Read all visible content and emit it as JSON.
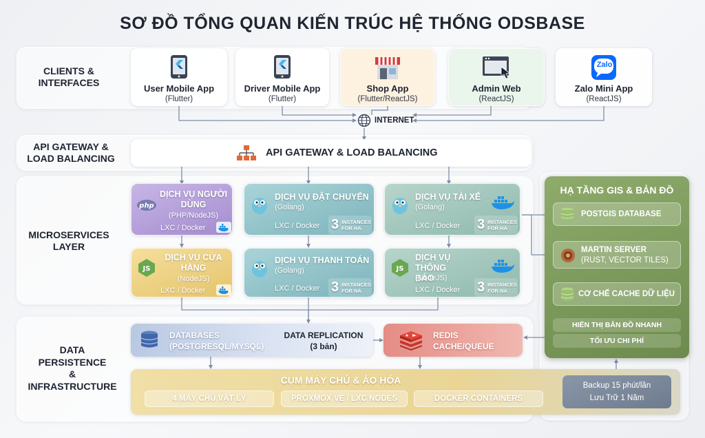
{
  "title": "SƠ ĐỒ TỔNG QUAN KIẾN TRÚC HỆ THỐNG ODSBASE",
  "sections": {
    "clients": "CLIENTS & INTERFACES",
    "gateway": "API GATEWAY & LOAD BALANCING",
    "micro": "MICROSERVICES LAYER",
    "data": "DATA PERSISTENCE & INFRASTRUCTURE"
  },
  "clients": [
    {
      "name": "User Mobile App",
      "tech": "(Flutter)",
      "icon": "flutter-phone-icon"
    },
    {
      "name": "Driver Mobile App",
      "tech": "(Flutter)",
      "icon": "flutter-phone-icon"
    },
    {
      "name": "Shop App",
      "tech": "(Flutter/ReactJS)",
      "icon": "shop-icon"
    },
    {
      "name": "Admin Web",
      "tech": "(ReactJS)",
      "icon": "browser-window-icon"
    },
    {
      "name": "Zalo Mini App",
      "tech": "(ReactJS)",
      "icon": "zalo-icon",
      "badge": "Zalo"
    }
  ],
  "internet": "INTERNET",
  "gateway": {
    "label": "API GATEWAY & LOAD BALANCING"
  },
  "services": {
    "user": {
      "title": "DỊCH VỤ NGƯỜI DÙNG",
      "sub": "(PHP/NodeJS)",
      "lxc": "LXC / Docker",
      "badge": "php"
    },
    "booking": {
      "title": "DỊCH VỤ ĐẶT CHUYẾN",
      "sub": "(Golang)",
      "lxc": "LXC / Docker",
      "instances": "3",
      "inst_label": "INSTANCES FOR HA"
    },
    "driver": {
      "title": "DỊCH VỤ TÀI XẾ",
      "sub": "(Golang)",
      "lxc": "LXC / Docker",
      "instances": "3",
      "inst_label": "INSTANCES FOR HA"
    },
    "shop": {
      "title": "DỊCH VỤ CỬA HÀNG",
      "sub": "(NodeJS)",
      "lxc": "LXC / Docker"
    },
    "payment": {
      "title": "DỊCH VỤ THANH TOÁN",
      "sub": "(Golang)",
      "lxc": "LXC / Docker",
      "instances": "3",
      "inst_label": "INSTANCES FOR NA"
    },
    "notify": {
      "title": "DỊCH VỤ THÔNG BÁO",
      "sub": "(NodeJS)",
      "lxc": "LXC / Docker",
      "instances": "3",
      "inst_label": "INSTANCES FOR NA"
    }
  },
  "gis": {
    "title": "HẠ TẦNG GIS & BẢN ĐỒ",
    "postgis": "POSTGIS DATABASE",
    "martin": "MARTIN SERVER",
    "martin_sub": "(RUST, VECTOR TILES)",
    "cache": "CƠ CHẾ CACHE DỮ LIỆU",
    "fast": "HIỂN THỊ BẢN ĐỒ NHANH",
    "cost": "TỐI ƯU CHI PHÍ"
  },
  "data": {
    "databases": "DATABASES",
    "databases_sub": "(POSTGRESQL/MYSQL)",
    "replication": "DATA REPLICATION",
    "replication_sub": "(3 bản)",
    "redis": "REDIS",
    "redis_sub": "CACHE/QUEUE"
  },
  "cluster": {
    "title": "CỤM MÁY CHỦ & ẢO HÓA",
    "items": [
      "4 MÁY CHỦ VẬT LÝ",
      "PROXMOX VE / LXC NODES",
      "DOCKER CONTAINERS"
    ],
    "backup1": "Backup 15 phút/lần",
    "backup2": "Lưu Trữ 1 Năm"
  },
  "colors": {
    "php": "#777bb3",
    "golang": "#6fc3df",
    "docker": "#1d91e6",
    "node": "#6aa84f",
    "redis": "#d82c20",
    "gis": "#7a9a5a"
  }
}
